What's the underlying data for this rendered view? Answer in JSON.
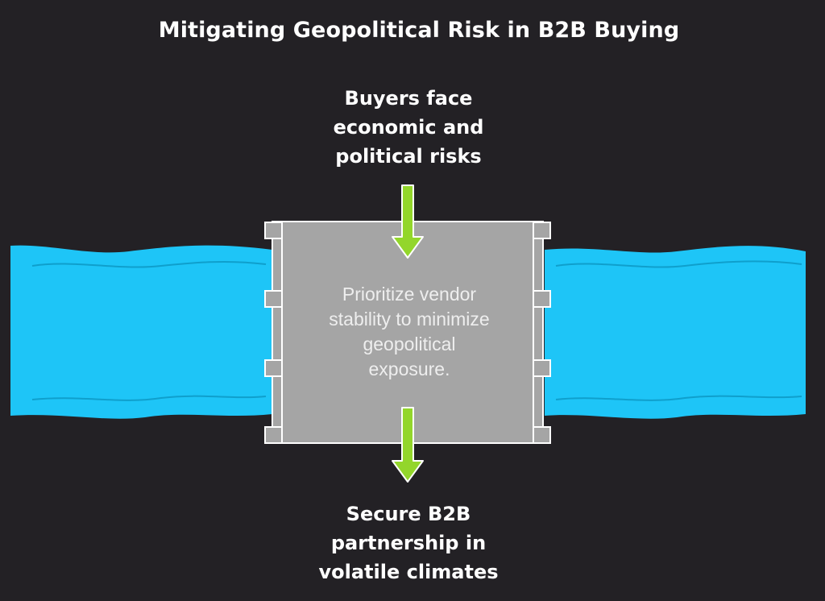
{
  "title": "Mitigating Geopolitical Risk in B2B Buying",
  "input_text": {
    "line1": "Buyers face",
    "line2": "economic and",
    "line3": "political risks"
  },
  "gate_text": {
    "line1": "Prioritize vendor",
    "line2": "stability to minimize",
    "line3": "geopolitical",
    "line4": "exposure."
  },
  "output_text": {
    "line1": "Secure B2B",
    "line2": "partnership in",
    "line3": "volatile climates"
  },
  "colors": {
    "background": "#232125",
    "river": "#1ec5f7",
    "gate": "#a5a5a5",
    "arrow": "#93d62b"
  }
}
